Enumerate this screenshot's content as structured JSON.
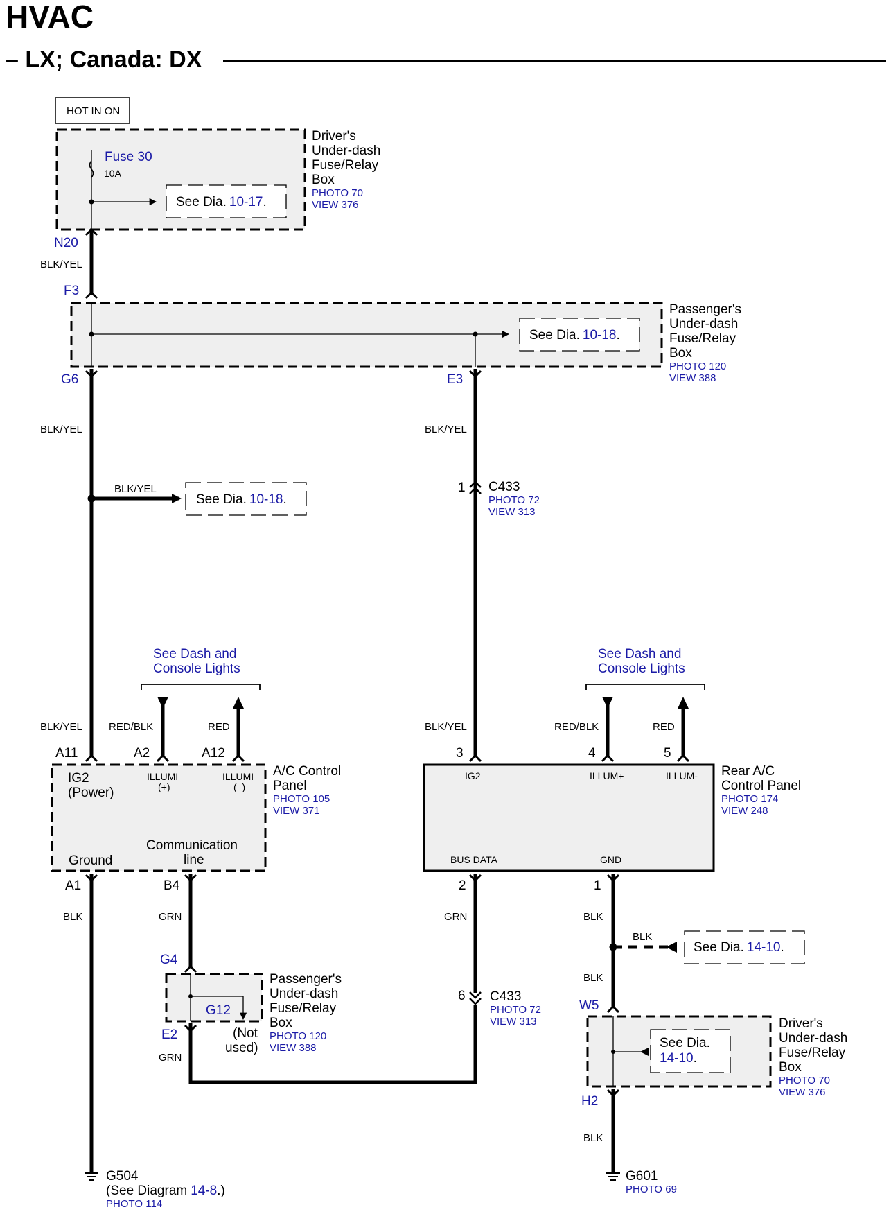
{
  "title": "HVAC",
  "subtitle": "– LX; Canada: DX",
  "hot_label": "HOT IN ON",
  "drivers_box_top": {
    "fuse_name": "Fuse 30",
    "fuse_rating": "10A",
    "see_prefix": "See Dia.",
    "see_ref": "10-17",
    "title_lines": [
      "Driver's",
      "Under-dash",
      "Fuse/Relay",
      "Box"
    ],
    "photo": "PHOTO 70",
    "view": "VIEW 376"
  },
  "pass_box_top": {
    "see_prefix": "See Dia.",
    "see_ref": "10-18",
    "title_lines": [
      "Passenger's",
      "Under-dash",
      "Fuse/Relay",
      "Box"
    ],
    "photo": "PHOTO 120",
    "view": "VIEW 388"
  },
  "terminals": {
    "n20": "N20",
    "f3": "F3",
    "g6": "G6",
    "e3": "E3",
    "a11": "A11",
    "a2": "A2",
    "a12": "A12",
    "a1": "A1",
    "b4": "B4",
    "g4": "G4",
    "g12": "G12",
    "e2": "E2",
    "w5": "W5",
    "h2": "H2",
    "p3": "3",
    "p4": "4",
    "p5": "5",
    "p2": "2",
    "p1": "1",
    "c433_top_pin": "1",
    "c433_bottom_pin": "6"
  },
  "wires": {
    "blk_yel": "BLK/YEL",
    "red_blk": "RED/BLK",
    "red": "RED",
    "blk": "BLK",
    "grn": "GRN"
  },
  "branch_ref": {
    "see_prefix": "See Dia.",
    "see_ref": "10-18"
  },
  "c433_top": {
    "name": "C433",
    "photo": "PHOTO 72",
    "view": "VIEW 313"
  },
  "c433_bottom": {
    "name": "C433",
    "photo": "PHOTO 72",
    "view": "VIEW 313"
  },
  "dash_lights_left": [
    "See Dash and",
    "Console Lights"
  ],
  "dash_lights_right": [
    "See Dash and",
    "Console Lights"
  ],
  "ac_panel": {
    "ig2": "IG2",
    "power": "(Power)",
    "illumi": "ILLUMI",
    "plus": "(+)",
    "minus": "(–)",
    "comm_lines": [
      "Communication",
      "line"
    ],
    "ground": "Ground",
    "title_lines": [
      "A/C Control",
      "Panel"
    ],
    "photo": "PHOTO 105",
    "view": "VIEW 371"
  },
  "rear_panel": {
    "ig2": "IG2",
    "illum_plus": "ILLUM+",
    "illum_minus": "ILLUM-",
    "bus_data": "BUS DATA",
    "gnd": "GND",
    "title_lines": [
      "Rear A/C",
      "Control Panel"
    ],
    "photo": "PHOTO 174",
    "view": "VIEW 248"
  },
  "pass_box_small": {
    "title_lines": [
      "Passenger's",
      "Under-dash",
      "Fuse/Relay",
      "Box"
    ],
    "photo": "PHOTO 120",
    "view": "VIEW 388",
    "not_used": [
      "(Not",
      "used)"
    ]
  },
  "blk_ref": {
    "see_prefix": "See Dia.",
    "see_ref": "14-10"
  },
  "drivers_box_bottom": {
    "see_prefix": "See Dia.",
    "see_ref": "14-10",
    "title_lines": [
      "Driver's",
      "Under-dash",
      "Fuse/Relay",
      "Box"
    ],
    "photo": "PHOTO 70",
    "view": "VIEW 376"
  },
  "ground_g504": {
    "name": "G504",
    "see_prefix": "(See Diagram",
    "see_ref": "14-8",
    "see_suffix": ".)",
    "photo": "PHOTO 114"
  },
  "ground_g601": {
    "name": "G601",
    "photo": "PHOTO 69"
  }
}
